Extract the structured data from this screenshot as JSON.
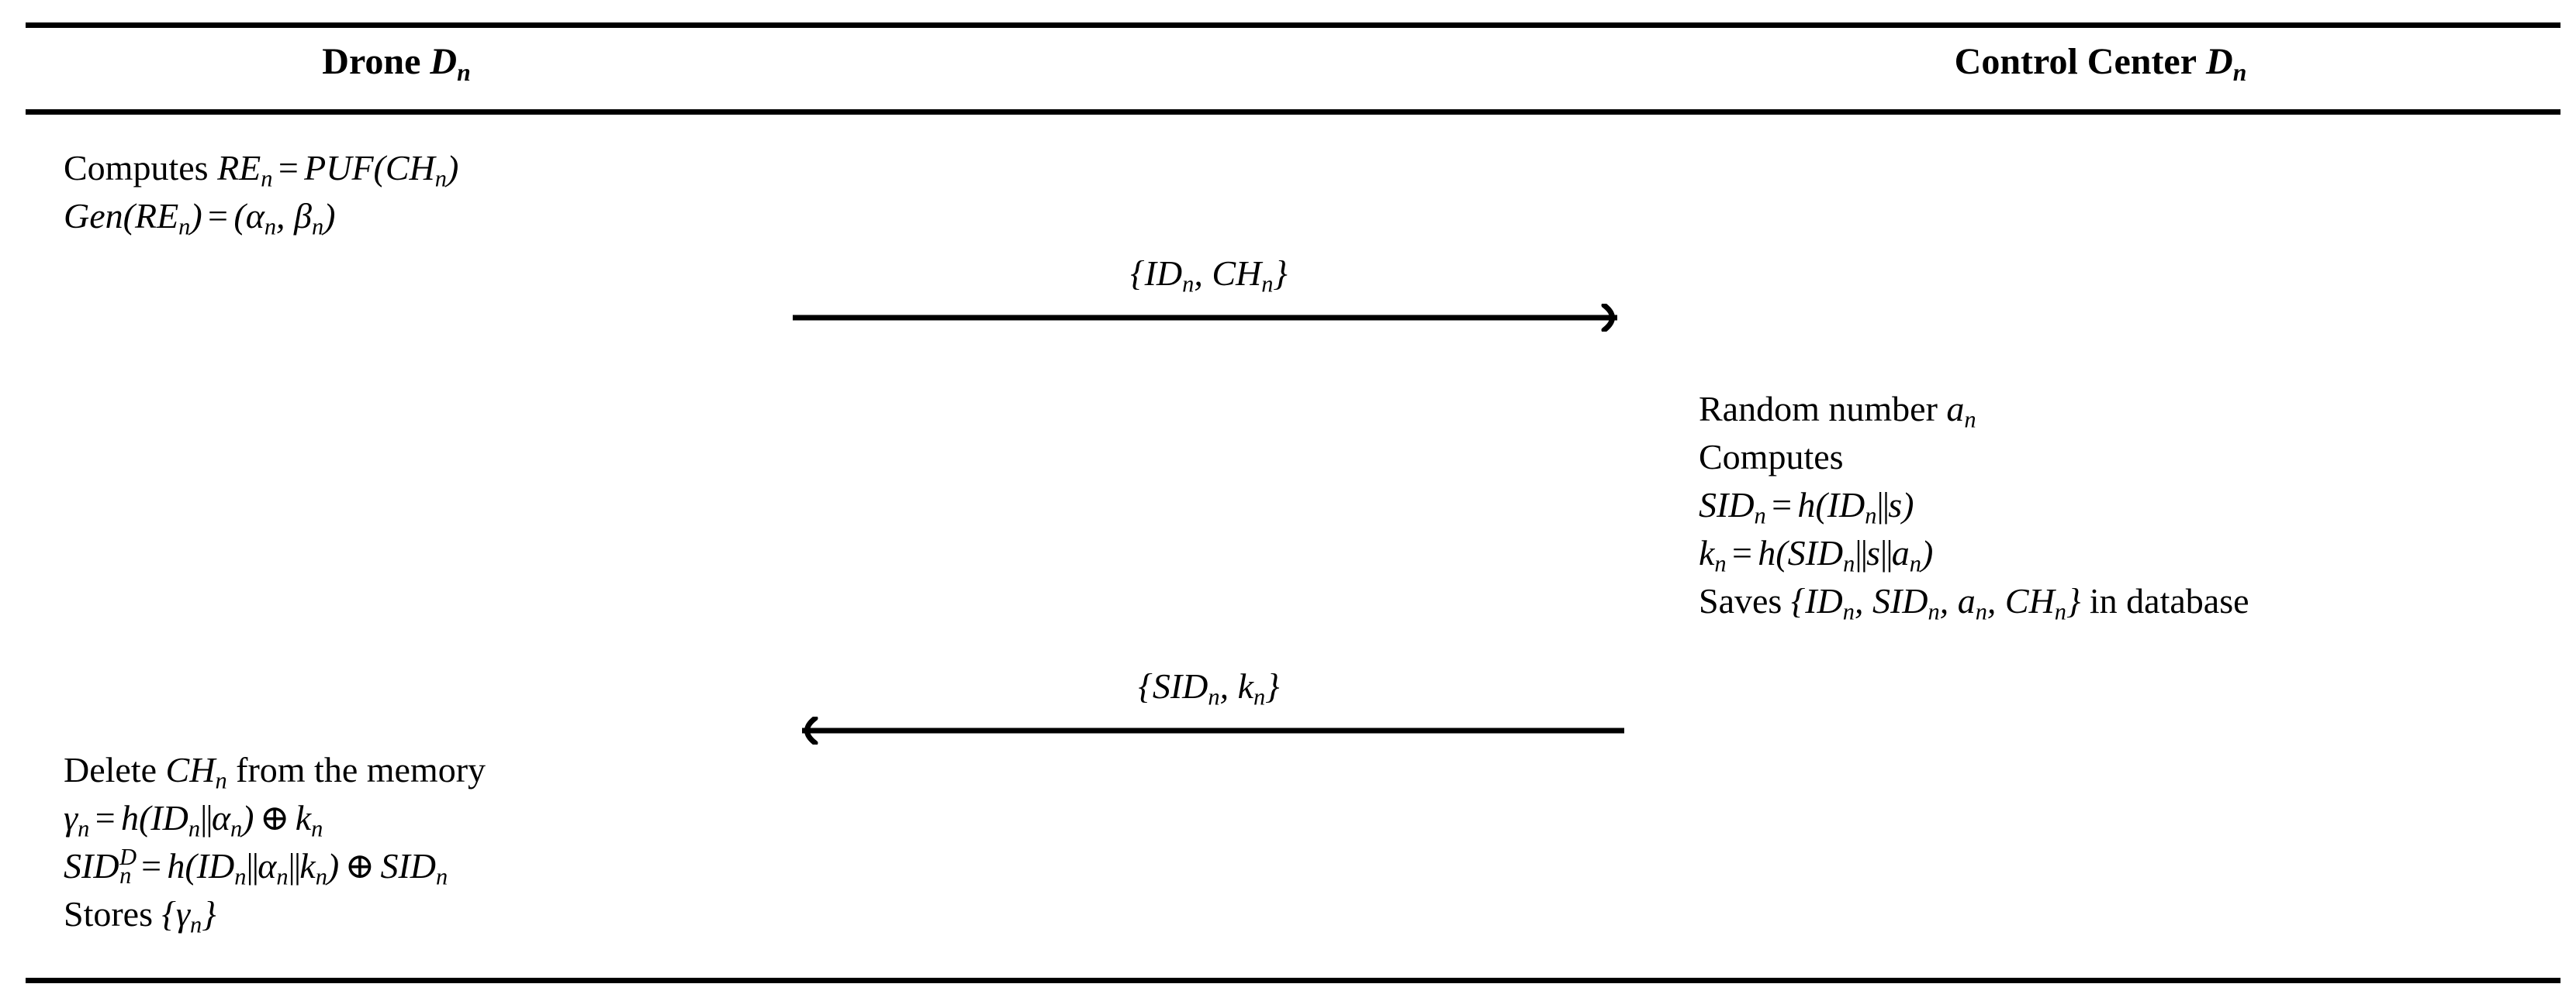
{
  "figure": {
    "type": "protocol-sequence-diagram",
    "columns": [
      {
        "id": "drone",
        "header": "Drone D_n"
      },
      {
        "id": "control-center",
        "header": "Control Center D_n"
      }
    ]
  },
  "headers": {
    "left": {
      "name": "Drone",
      "entity": "D",
      "entity_sub": "n"
    },
    "right": {
      "name": "Control Center",
      "entity": "D",
      "entity_sub": "n"
    }
  },
  "drone_step_1": {
    "lines": [
      "Computes RE_n = PUF(CH_n)",
      "Gen(RE_n) = (alpha_n, beta_n)"
    ]
  },
  "control_center_step": {
    "lines": [
      "Random number a_n",
      "Computes",
      "SID_n = h(ID_n||s)",
      "k_n = h(SID_n||s||a_n)",
      "Saves {ID_n, SID_n, a_n, CH_n} in database"
    ]
  },
  "drone_step_2": {
    "lines": [
      "Delete CH_n from the memory",
      "gamma_n = h(ID_n||alpha_n) XOR k_n",
      "SID_n^D = h(ID_n||alpha_n||k_n) XOR SID_n",
      "Stores {gamma_n}"
    ]
  },
  "messages": [
    {
      "id": "msg-1",
      "label": "{ID_n, CH_n}",
      "direction": "right",
      "from": "drone",
      "to": "control-center"
    },
    {
      "id": "msg-2",
      "label": "{SID_n, k_n}",
      "direction": "left",
      "from": "control-center",
      "to": "drone"
    }
  ],
  "symbols": {
    "open_brace": "{",
    "close_brace": "}",
    "xor": "⊕",
    "concat": "||",
    "equals": "=",
    "alpha": "α",
    "beta": "β",
    "gamma": "γ",
    "comma": ","
  },
  "colors": {
    "rule": "#000000",
    "text": "#000000",
    "background": "#ffffff"
  }
}
